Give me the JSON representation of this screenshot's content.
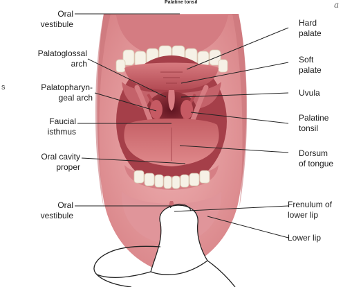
{
  "top_label": "Palatine tonsil",
  "edge_marks": {
    "left": "s",
    "top_right": "a"
  },
  "labels": {
    "oral_vestibule_upper": "Oral\nvestibule",
    "palatoglossal_arch": "Palatoglossal\narch",
    "palatopharyngeal_arch": "Palatopharyn-\ngeal arch",
    "faucial_isthmus": "Faucial\nisthmus",
    "oral_cavity_proper": "Oral cavity\nproper",
    "oral_vestibule_lower": "Oral\nvestibule",
    "hard_palate": "Hard\npalate",
    "soft_palate": "Soft\npalate",
    "uvula": "Uvula",
    "palatine_tonsil": "Palatine\ntonsil",
    "dorsum_of_tongue": "Dorsum\nof tongue",
    "frenulum_of_lower_lip": "Frenulum of\nlower lip",
    "lower_lip": "Lower lip"
  },
  "colors": {
    "lip": "#e9a2a4",
    "lip_dark": "#c9737a",
    "gum": "#d9858b",
    "palate": "#c25c63",
    "throat": "#8c2b36",
    "tongue": "#cf6f73",
    "tooth": "#f6f1e6",
    "leader": "#222222"
  }
}
